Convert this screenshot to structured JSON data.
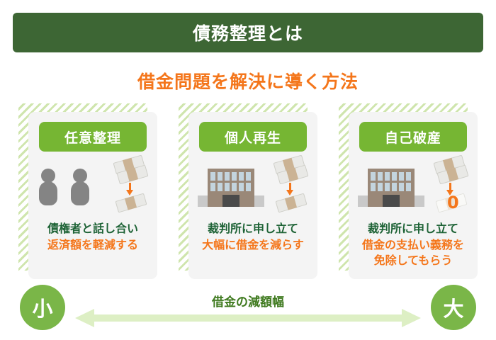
{
  "header": {
    "title": "債務整理とは",
    "bar_color": "#3d6634",
    "title_color": "#ffffff"
  },
  "subtitle": {
    "text": "借金問題を解決に導く方法",
    "color": "#f4761b"
  },
  "cards": [
    {
      "badge": "任意整理",
      "badge_color": "#76b633",
      "illustration": "two-people-and-money-reduction",
      "desc_line1": "債権者と話し合い",
      "desc_line2": "返済額を軽減する",
      "desc_line3": ""
    },
    {
      "badge": "個人再生",
      "badge_color": "#76b633",
      "illustration": "courthouse-and-money-reduction",
      "desc_line1": "裁判所に申し立て",
      "desc_line2": "大幅に借金を減らす",
      "desc_line3": ""
    },
    {
      "badge": "自己破産",
      "badge_color": "#76b633",
      "illustration": "courthouse-and-money-to-zero",
      "desc_line1": "裁判所に申し立て",
      "desc_line2": "借金の支払い義務を",
      "desc_line3": "免除してもらう",
      "zero_mark": "0"
    }
  ],
  "scale": {
    "left_label": "小",
    "right_label": "大",
    "axis_label": "借金の減額幅",
    "circle_color": "#7ab648",
    "arrow_color": "#ddefc4",
    "axis_label_color": "#3f7a1f"
  }
}
